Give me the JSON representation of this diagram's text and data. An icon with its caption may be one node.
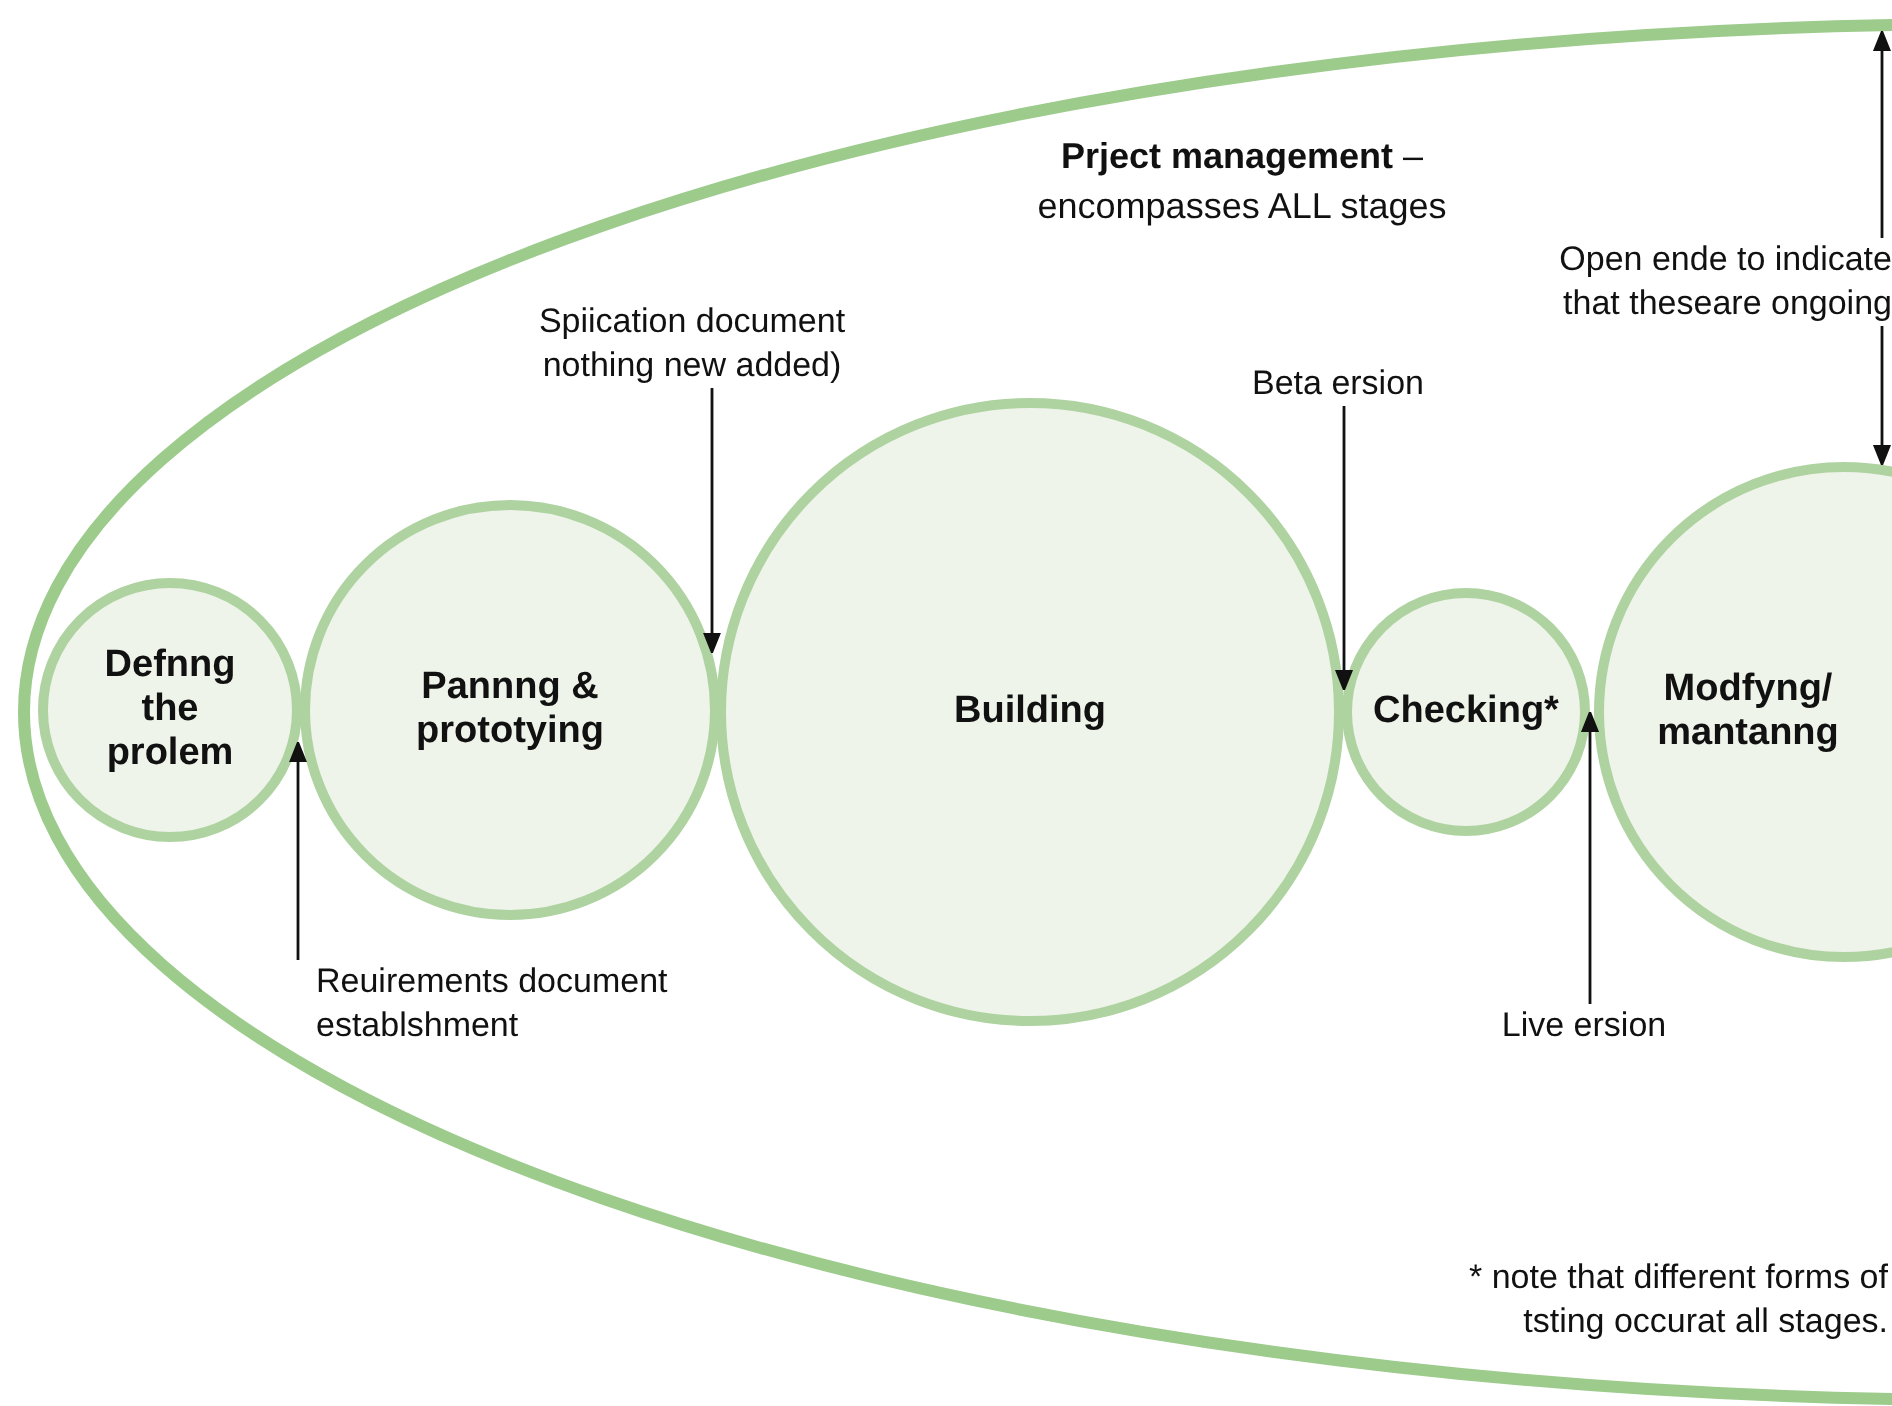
{
  "diagram": {
    "nodes": [
      {
        "text": [
          "**Prject management** – encompasses ALL stages"
        ]
      },
      {
        "text": [
          "Defnng the prolem"
        ],
        "in": 0
      },
      {
        "text": [
          "Pannng & prototying"
        ],
        "in": 0
      },
      {
        "text": [
          "Building"
        ],
        "in": 0
      },
      {
        "text": [
          "Checking*"
        ],
        "in": 0
      },
      {
        "text": [
          "Modfyng/ mantanng"
        ],
        "in": 0
      },
      {
        "text": [
          "Reuirements document establshment"
        ],
        "in": 0
      },
      {
        "text": [
          "Spiication document nothing new added)"
        ],
        "in": 0
      },
      {
        "text": [
          "Beta ersion"
        ],
        "in": 0
      },
      {
        "text": [
          "Live ersion"
        ],
        "in": 0
      },
      {
        "text": [
          "Open ende to indicate that theseare ongoing"
        ],
        "in": 0
      }
    ],
    "edges": [
      {
        "from": 6,
        "to": 1,
        "arrow": "to"
      },
      {
        "from": 7,
        "to": 2,
        "arrow": "to"
      },
      {
        "from": 8,
        "to": 4,
        "arrow": "to"
      },
      {
        "from": 9,
        "to": 4,
        "arrow": "to"
      },
      {
        "from": 10,
        "to": 0,
        "arrow": "to"
      },
      {
        "from": 10,
        "to": 5,
        "arrow": "to"
      }
    ],
    "labels": [
      "* note that different forms of tsting occurat all stages."
    ]
  }
}
